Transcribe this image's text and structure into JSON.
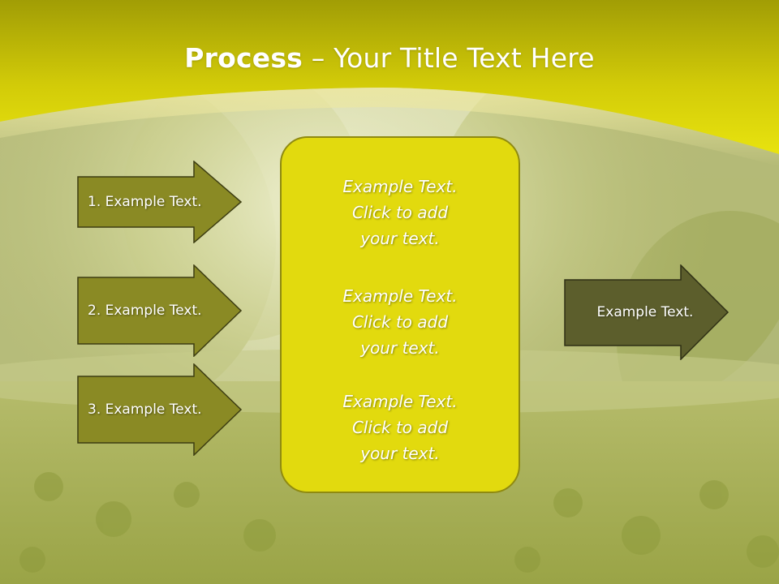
{
  "slide": {
    "title_bold": "Process",
    "title_rest": " – Your Title Text Here"
  },
  "left_arrows": [
    {
      "label": "1. Example Text."
    },
    {
      "label": "2. Example Text."
    },
    {
      "label": "3. Example Text."
    }
  ],
  "center_box": {
    "blocks": [
      {
        "lines": [
          "Example Text.",
          "Click  to add",
          "your text."
        ]
      },
      {
        "lines": [
          "Example Text.",
          "Click  to add",
          "your text."
        ]
      },
      {
        "lines": [
          "Example Text.",
          "Click  to add",
          "your text."
        ]
      }
    ]
  },
  "right_arrow": {
    "label": "Example Text."
  },
  "colors": {
    "header_yellow": "#e6de0a",
    "left_arrow_fill": "#8a8a24",
    "right_arrow_fill": "#5c5e2c",
    "center_box_fill": "#e2da0e"
  }
}
